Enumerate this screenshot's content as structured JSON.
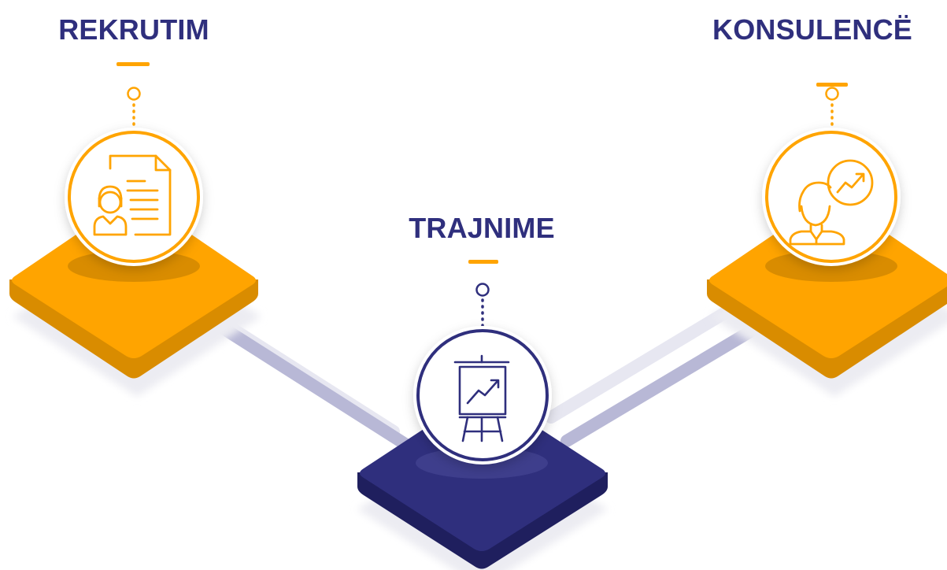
{
  "nodes": [
    {
      "id": "rekrutim",
      "label": "REKRUTIM",
      "icon": "recruitment-document-icon",
      "platform_color": "#ffa400"
    },
    {
      "id": "trajnime",
      "label": "TRAJNIME",
      "icon": "presentation-board-icon",
      "platform_color": "#2f2f7d"
    },
    {
      "id": "konsulence",
      "label": "KONSULENCË",
      "icon": "consultant-growth-icon",
      "platform_color": "#ffa400"
    }
  ],
  "colors": {
    "accent": "#ffa400",
    "brand": "#2f2f7d",
    "connector": "#b8b8d6"
  }
}
